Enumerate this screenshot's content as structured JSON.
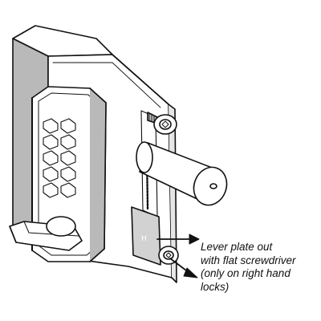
{
  "callout": {
    "lines": [
      "Lever plate out",
      "with flat screwdriver",
      "(only on right hand",
      "locks)"
    ]
  },
  "colors": {
    "ink": "#111111",
    "shade": "#b9b9b9",
    "plate": "#d2d2d2",
    "background": "#ffffff"
  }
}
